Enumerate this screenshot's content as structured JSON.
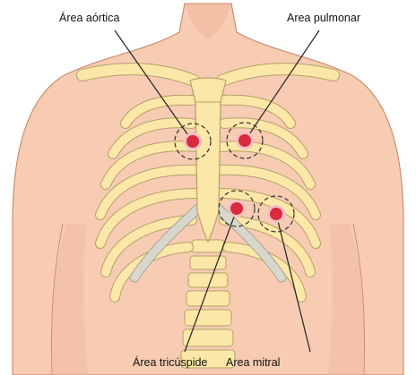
{
  "labels": {
    "aortic": "Área aórtica",
    "pulmonary": "Area pulmonar",
    "tricuspid": "Área tricúspide",
    "mitral": "Area mitral"
  },
  "colors": {
    "skin": "#f7ccb3",
    "skin_shadow": "#eab094",
    "skin_outline": "#c98d72",
    "bone": "#fbe7a7",
    "bone_outline": "#b5a06a",
    "cartilage": "#d9d6cc",
    "cartilage_outline": "#a8a398",
    "point": "#d92b3e",
    "point_ring": "#f2c1c4",
    "leader": "#222222"
  },
  "auscultation_points": [
    {
      "key": "aortic",
      "label": "Área aórtica"
    },
    {
      "key": "pulmonary",
      "label": "Area pulmonar"
    },
    {
      "key": "tricuspid",
      "label": "Área tricúspide"
    },
    {
      "key": "mitral",
      "label": "Area mitral"
    }
  ]
}
